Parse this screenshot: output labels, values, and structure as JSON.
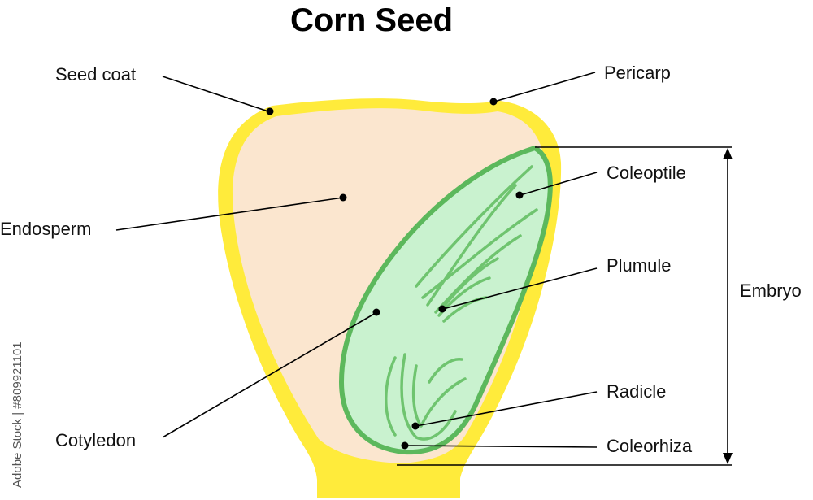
{
  "title": "Corn Seed",
  "labels": {
    "seed_coat": "Seed coat",
    "pericarp": "Pericarp",
    "endosperm": "Endosperm",
    "coleoptile": "Coleoptile",
    "plumule": "Plumule",
    "embryo": "Embryo",
    "cotyledon": "Cotyledon",
    "radicle": "Radicle",
    "coleorhiza": "Coleorhiza"
  },
  "watermark": "Adobe Stock | #809921101",
  "colors": {
    "seed_coat": "#ffeb3b",
    "endosperm": "#fbe6cf",
    "embryo_fill": "#c9f2cf",
    "embryo_outline": "#5cb85c"
  }
}
